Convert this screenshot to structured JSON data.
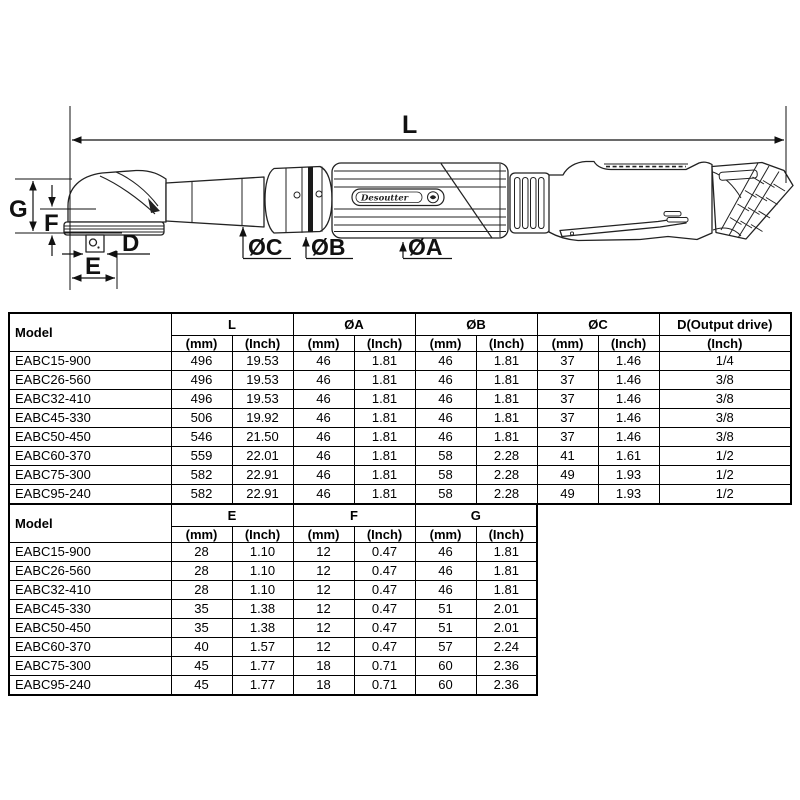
{
  "diagram": {
    "brand": "Desoutter",
    "labels": {
      "length": "L",
      "g": "G",
      "f": "F",
      "d": "D",
      "e": "E",
      "dia_a": "ØA",
      "dia_b": "ØB",
      "dia_c": "ØC"
    },
    "line_color": "#111111"
  },
  "table1": {
    "model_header": "Model",
    "groups": [
      "L",
      "ØA",
      "ØB",
      "ØC"
    ],
    "d_header": "D(Output drive)",
    "unit_mm": "(mm)",
    "unit_inch": "(Inch)",
    "rows": [
      [
        "EABC15-900",
        "496",
        "19.53",
        "46",
        "1.81",
        "46",
        "1.81",
        "37",
        "1.46",
        "1/4"
      ],
      [
        "EABC26-560",
        "496",
        "19.53",
        "46",
        "1.81",
        "46",
        "1.81",
        "37",
        "1.46",
        "3/8"
      ],
      [
        "EABC32-410",
        "496",
        "19.53",
        "46",
        "1.81",
        "46",
        "1.81",
        "37",
        "1.46",
        "3/8"
      ],
      [
        "EABC45-330",
        "506",
        "19.92",
        "46",
        "1.81",
        "46",
        "1.81",
        "37",
        "1.46",
        "3/8"
      ],
      [
        "EABC50-450",
        "546",
        "21.50",
        "46",
        "1.81",
        "46",
        "1.81",
        "37",
        "1.46",
        "3/8"
      ],
      [
        "EABC60-370",
        "559",
        "22.01",
        "46",
        "1.81",
        "58",
        "2.28",
        "41",
        "1.61",
        "1/2"
      ],
      [
        "EABC75-300",
        "582",
        "22.91",
        "46",
        "1.81",
        "58",
        "2.28",
        "49",
        "1.93",
        "1/2"
      ],
      [
        "EABC95-240",
        "582",
        "22.91",
        "46",
        "1.81",
        "58",
        "2.28",
        "49",
        "1.93",
        "1/2"
      ]
    ]
  },
  "table2": {
    "model_header": "Model",
    "groups": [
      "E",
      "F",
      "G"
    ],
    "unit_mm": "(mm)",
    "unit_inch": "(Inch)",
    "rows": [
      [
        "EABC15-900",
        "28",
        "1.10",
        "12",
        "0.47",
        "46",
        "1.81"
      ],
      [
        "EABC26-560",
        "28",
        "1.10",
        "12",
        "0.47",
        "46",
        "1.81"
      ],
      [
        "EABC32-410",
        "28",
        "1.10",
        "12",
        "0.47",
        "46",
        "1.81"
      ],
      [
        "EABC45-330",
        "35",
        "1.38",
        "12",
        "0.47",
        "51",
        "2.01"
      ],
      [
        "EABC50-450",
        "35",
        "1.38",
        "12",
        "0.47",
        "51",
        "2.01"
      ],
      [
        "EABC60-370",
        "40",
        "1.57",
        "12",
        "0.47",
        "57",
        "2.24"
      ],
      [
        "EABC75-300",
        "45",
        "1.77",
        "18",
        "0.71",
        "60",
        "2.36"
      ],
      [
        "EABC95-240",
        "45",
        "1.77",
        "18",
        "0.71",
        "60",
        "2.36"
      ]
    ]
  }
}
